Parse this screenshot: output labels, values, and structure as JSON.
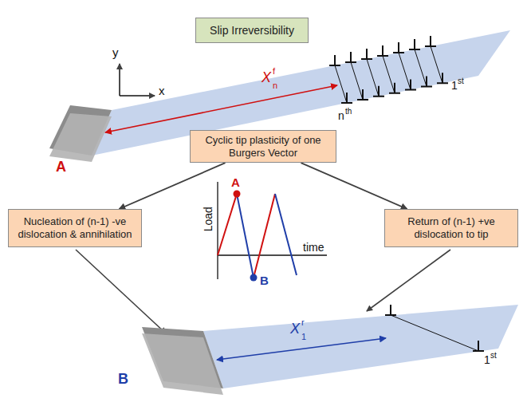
{
  "diagram": {
    "nodes": [
      {
        "text": [
          "Slip Irreversibility"
        ]
      },
      {
        "text": [
          "Cyclic tip plasticity of one Burgers Vector"
        ]
      },
      {
        "text": [
          "Nucleation of (n-1) -ve dislocation & annihilation"
        ]
      },
      {
        "text": [
          "Return of (n-1) +ve dislocation to tip"
        ]
      }
    ],
    "edges": [
      {
        "from": 1,
        "to": 2,
        "arrow": "to"
      },
      {
        "from": 1,
        "to": 3,
        "arrow": "to"
      }
    ],
    "labels": [
      "y",
      "x",
      "A",
      "X",
      "f",
      "n",
      "n",
      "th",
      "1",
      "st",
      "Load",
      "time",
      "A",
      "B",
      "B",
      "X",
      "r",
      "1",
      "1",
      "st"
    ]
  }
}
